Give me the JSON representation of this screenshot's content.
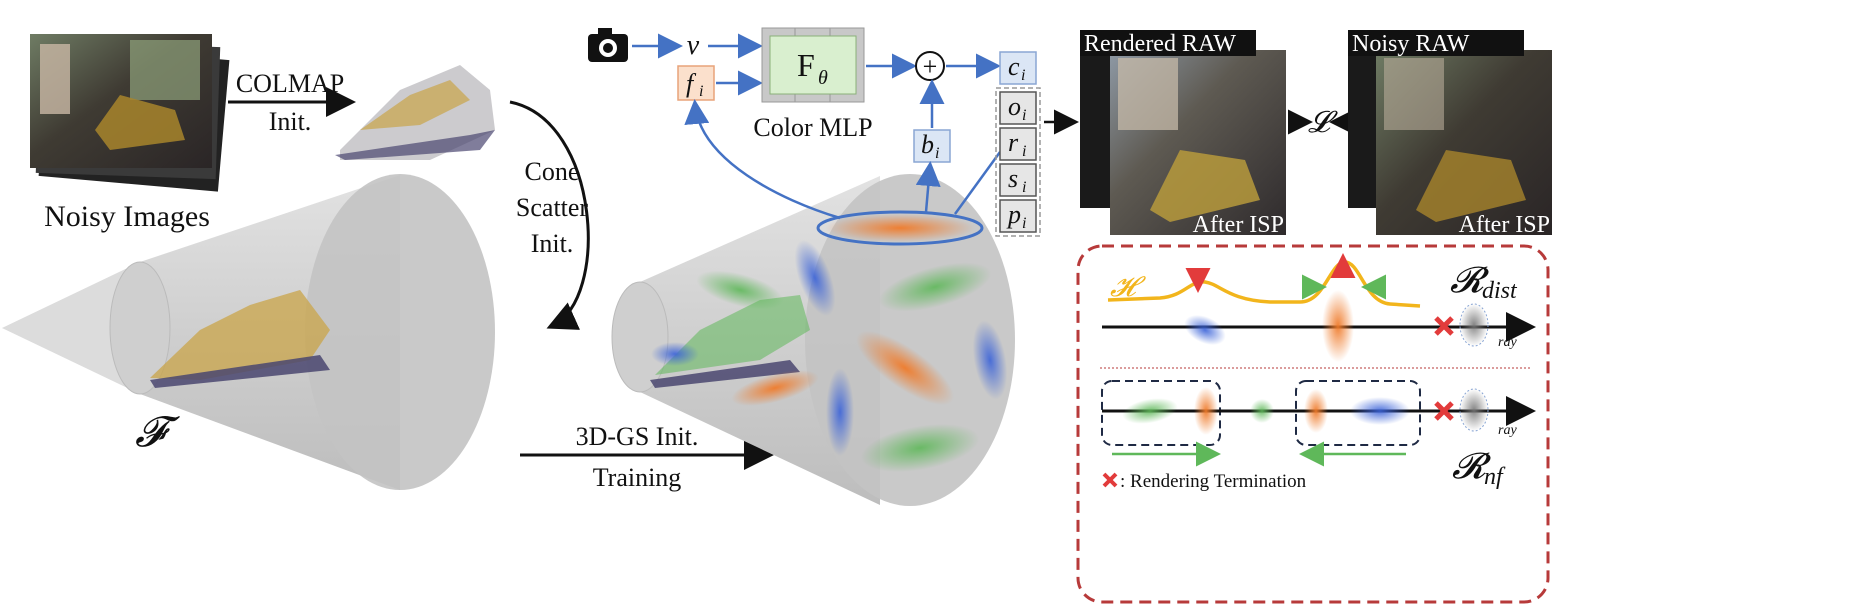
{
  "colors": {
    "arrow_blue": "#4472c4",
    "mlp_fill": "#d9efcf",
    "mlp_outer": "#c8c8c8",
    "feature_fill": "#fbe0cc",
    "param_fill": "#dbe6f5",
    "dashed_red": "#b73a3a",
    "hist_yellow": "#f2b51c",
    "gauss_blue": "#3b63d8",
    "gauss_orange": "#ef7b2b",
    "gauss_green": "#5fb85a",
    "terminate_red": "#e23b3b",
    "cone_gray": "#c9c9c9"
  },
  "left": {
    "noisy_images_label": "Noisy Images",
    "colmap_label_1": "COLMAP",
    "colmap_label_2": "Init.",
    "cone_scatter_1": "Cone",
    "cone_scatter_2": "Scatter",
    "cone_scatter_3": "Init.",
    "frustum_symbol": "𝓕",
    "gs_init_1": "3D-GS Init.",
    "gs_init_2": "Training"
  },
  "pipeline": {
    "camera_icon": "camera-icon",
    "view_symbol": "v",
    "feature_symbol": "f",
    "feature_sub": "i",
    "mlp_symbol": "F",
    "mlp_sub": "θ",
    "mlp_caption": "Color MLP",
    "plus_symbol": "+",
    "bias_symbol": "b",
    "bias_sub": "i",
    "color_symbol": "c",
    "color_sub": "i",
    "params": [
      {
        "sym": "o",
        "sub": "i"
      },
      {
        "sym": "r",
        "sub": "i"
      },
      {
        "sym": "s",
        "sub": "i"
      },
      {
        "sym": "p",
        "sub": "i"
      }
    ]
  },
  "outputs": {
    "rendered_raw_label": "Rendered RAW",
    "noisy_raw_label": "Noisy RAW",
    "after_isp_1": "After ISP",
    "after_isp_2": "After ISP",
    "loss_symbol": "𝓛"
  },
  "regularizers": {
    "hist_symbol": "𝓗",
    "dist_symbol": "𝓡",
    "dist_sub": "dist",
    "nf_symbol": "𝓡",
    "nf_sub": "nf",
    "ray_label_1": "ray",
    "ray_label_2": "ray",
    "legend_text": ": Rendering Termination"
  }
}
